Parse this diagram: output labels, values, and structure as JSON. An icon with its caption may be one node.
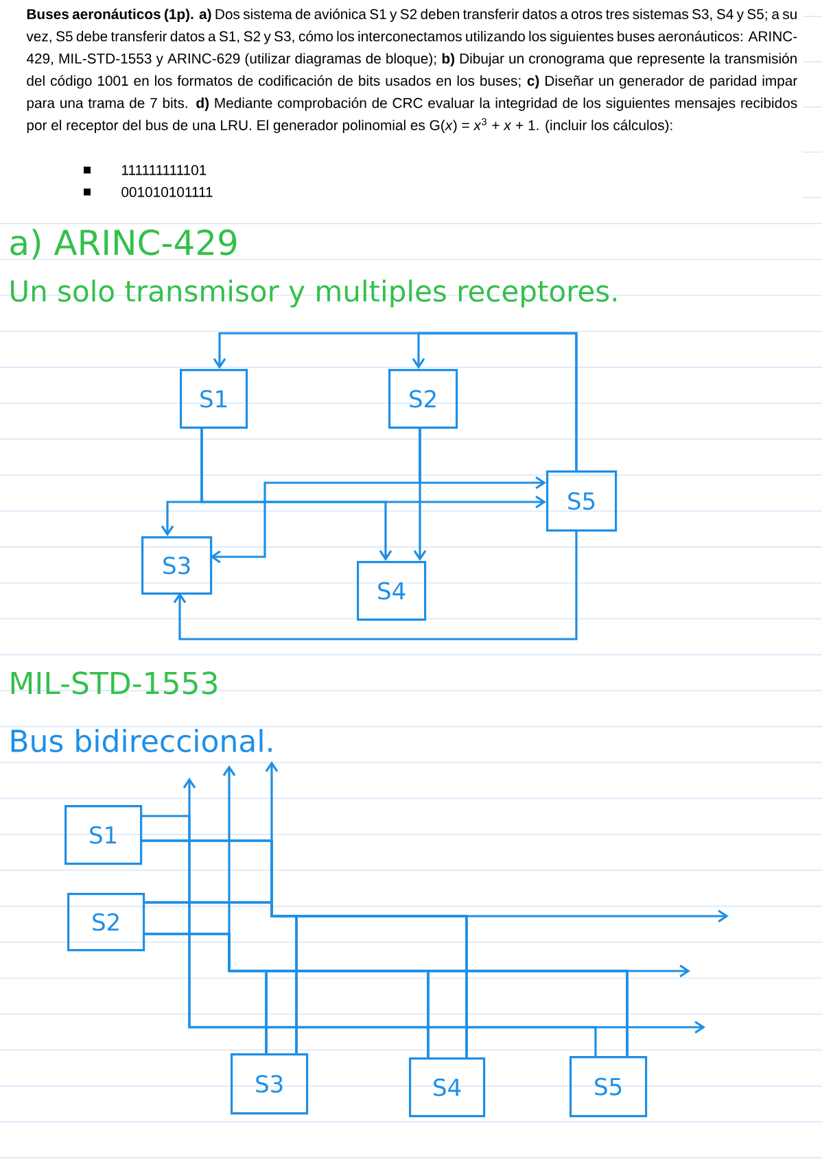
{
  "diagram": {
    "nodes": [
      {
        "text": [
          "S1"
        ]
      },
      {
        "text": [
          "S2"
        ]
      },
      {
        "text": [
          "S5"
        ]
      },
      {
        "text": [
          "S3"
        ]
      },
      {
        "text": [
          "S4"
        ]
      },
      {
        "text": [
          "S1"
        ]
      },
      {
        "text": [
          "S2"
        ]
      },
      {
        "text": [
          "S3"
        ]
      },
      {
        "text": [
          "S4"
        ]
      },
      {
        "text": [
          "S5"
        ]
      }
    ],
    "edges": [
      {
        "from": 2,
        "to": 0,
        "arrow": "to"
      },
      {
        "from": 2,
        "to": 1,
        "arrow": "to"
      },
      {
        "from": 0,
        "to": 3,
        "arrow": "to"
      },
      {
        "from": 0,
        "to": 2,
        "arrow": "to"
      },
      {
        "from": 0,
        "to": 4,
        "arrow": "to"
      },
      {
        "from": 1,
        "to": 4,
        "arrow": "to"
      },
      {
        "from": 1,
        "to": 2,
        "arrow": "to"
      },
      {
        "from": 1,
        "to": 3,
        "arrow": "to"
      },
      {
        "from": 2,
        "to": 3,
        "arrow": "to"
      },
      {
        "from": 5,
        "to": 9,
        "arrow": "none"
      },
      {
        "from": 6,
        "to": 7,
        "arrow": "none"
      },
      {
        "from": 6,
        "to": 8,
        "arrow": "none"
      },
      {
        "from": 6,
        "to": 9,
        "arrow": "none"
      },
      {
        "from": 7,
        "to": 8,
        "arrow": "none"
      },
      {
        "from": 7,
        "to": 9,
        "arrow": "none"
      },
      {
        "from": 8,
        "to": 9,
        "arrow": "none"
      },
      {
        "from": 5,
        "to": 6,
        "arrow": "none"
      },
      {
        "from": 5,
        "to": 7,
        "arrow": "none"
      },
      {
        "from": 5,
        "to": 8,
        "arrow": "none"
      },
      {
        "from": 6,
        "to": 7,
        "arrow": "none"
      },
      {
        "from": 6,
        "to": 8,
        "arrow": "none"
      },
      {
        "from": 7,
        "to": 8,
        "arrow": "none"
      }
    ],
    "labels": [
      "**Buses aeronáuticos (1p).** **a)** Dos sistema de aviónica S1 y S2 deben transferir datos a otros tres sistemas S3, S4 y S5; a su vez, S5 debe transferir datos a S1, S2 y S3, cómo los interconectamos utilizando los siguientes buses aeronáuticos: ARINC-429, MIL-STD-1553 y ARINC-629 (utilizar diagramas de bloque); **b)** Dibujar un cronograma que represente la transmisión del código 1001 en los formatos de codificación de bits usados en los buses; **c)** Diseñar un generador de paridad impar para una trama de 7 bits. **d)** Mediante comprobación de CRC evaluar la integridad de los siguientes mensajes recibidos por el receptor del bus de una LRU. El generador polinomial es G(*x*) = *x*$^{3}$ + *x* + 1. (incluir los cálculos):",
      "111111111101",
      "001010101111",
      "a) ARINC-429",
      "Un solo transmisor y multiples receptores.",
      "MIL-STD-1553",
      "Bus bidireccional."
    ]
  }
}
